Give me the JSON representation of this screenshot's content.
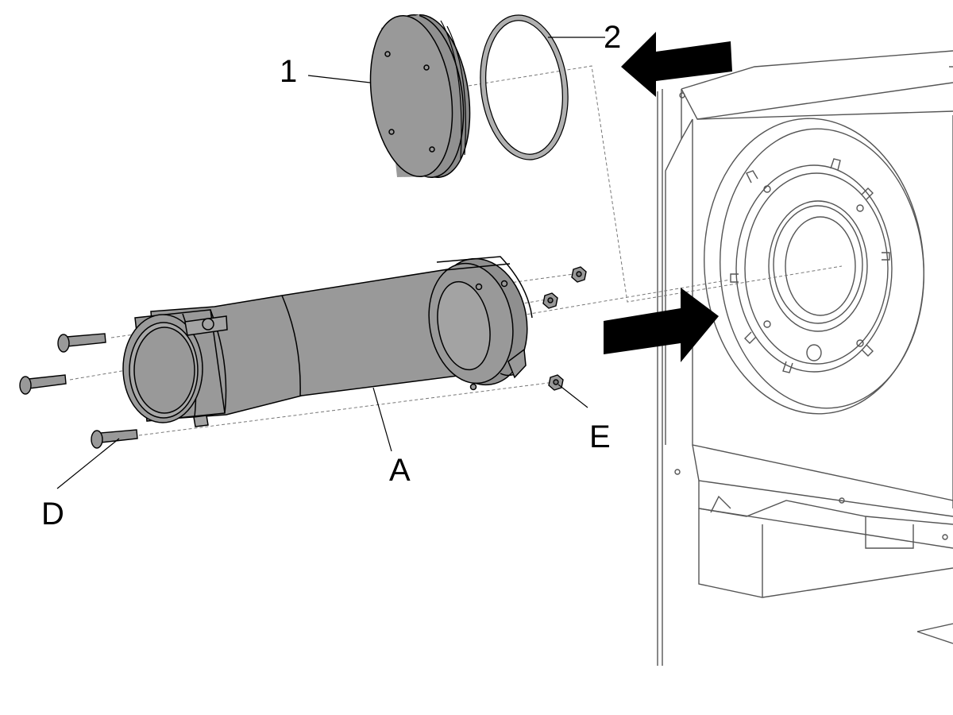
{
  "diagram": {
    "callouts": {
      "part_1": "1",
      "part_2": "2",
      "part_a": "A",
      "part_d": "D",
      "part_e": "E"
    },
    "colors": {
      "part_fill": "#999999",
      "part_fill_dark": "#7d7d7d",
      "ring": "#b0b0b0",
      "outline": "#000000",
      "machine_line": "#555555",
      "arrow": "#000000",
      "background": "#ffffff"
    }
  }
}
